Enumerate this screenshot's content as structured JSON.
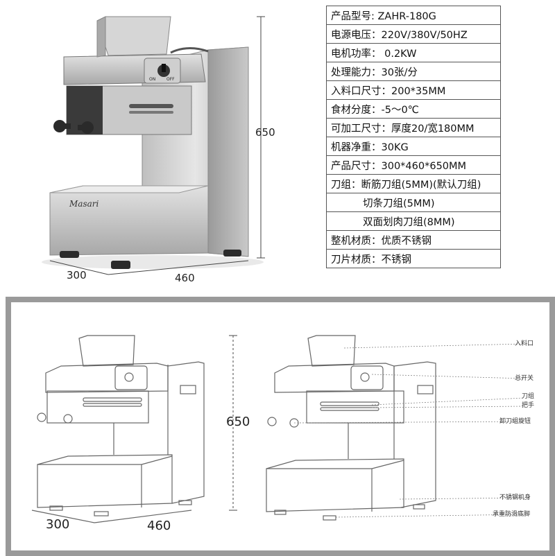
{
  "photo": {
    "brand": "Masari",
    "switch_on": "ON",
    "switch_off": "OFF",
    "dim_width": "300",
    "dim_depth": "460",
    "dim_height": "650"
  },
  "specs": [
    {
      "text": "产品型号: ZAHR-180G",
      "indent": false
    },
    {
      "text": "电源电压：220V/380V/50HZ",
      "indent": false
    },
    {
      "text": "电机功率： 0.2KW",
      "indent": false
    },
    {
      "text": "处理能力：30张/分",
      "indent": false
    },
    {
      "text": "入料口尺寸：200*35MM",
      "indent": false
    },
    {
      "text": "食材分度：-5～0℃",
      "indent": false
    },
    {
      "text": "可加工尺寸：厚度20/宽180MM",
      "indent": false
    },
    {
      "text": "机器净重：30KG",
      "indent": false
    },
    {
      "text": "产品尺寸：300*460*650MM",
      "indent": false
    },
    {
      "text": "刀组：断筋刀组(5MM)(默认刀组)",
      "indent": false
    },
    {
      "text": "切条刀组(5MM)",
      "indent": true
    },
    {
      "text": "双面划肉刀组(8MM)",
      "indent": true
    },
    {
      "text": "整机材质：优质不锈钢",
      "indent": false
    },
    {
      "text": "刀片材质：不锈钢",
      "indent": false
    }
  ],
  "drawing": {
    "dim_width": "300",
    "dim_depth": "460",
    "dim_height": "650",
    "callouts": [
      "入料口",
      "总开关",
      "刀组",
      "把手",
      "卸刀组旋钮",
      "不锈钢机身",
      "承重防滑底脚"
    ]
  },
  "colors": {
    "frame": "#9a9a9a",
    "steel_light": "#d4d4d4",
    "steel_dark": "#8f8f8f",
    "knob": "#2a2a2a"
  }
}
